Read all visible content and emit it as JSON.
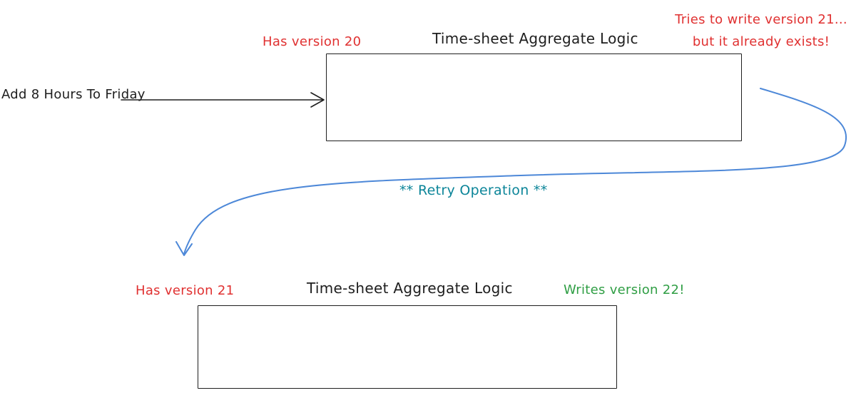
{
  "diagram": {
    "top": {
      "left_label": "Has version 20",
      "title": "Time-sheet Aggregate Logic",
      "right_label_line1": "Tries to write version 21...",
      "right_label_line2": "but it already exists!",
      "input_label": "Add 8 Hours To Friday"
    },
    "middle": {
      "retry_label": "** Retry Operation **"
    },
    "bottom": {
      "left_label": "Has version 21",
      "title": "Time-sheet Aggregate Logic",
      "right_label": "Writes version 22!"
    }
  },
  "colors": {
    "red": "#e03131",
    "green": "#2f9e44",
    "teal": "#0c8599",
    "blue_arrow": "#4d88d8",
    "black": "#1e1e1e"
  }
}
